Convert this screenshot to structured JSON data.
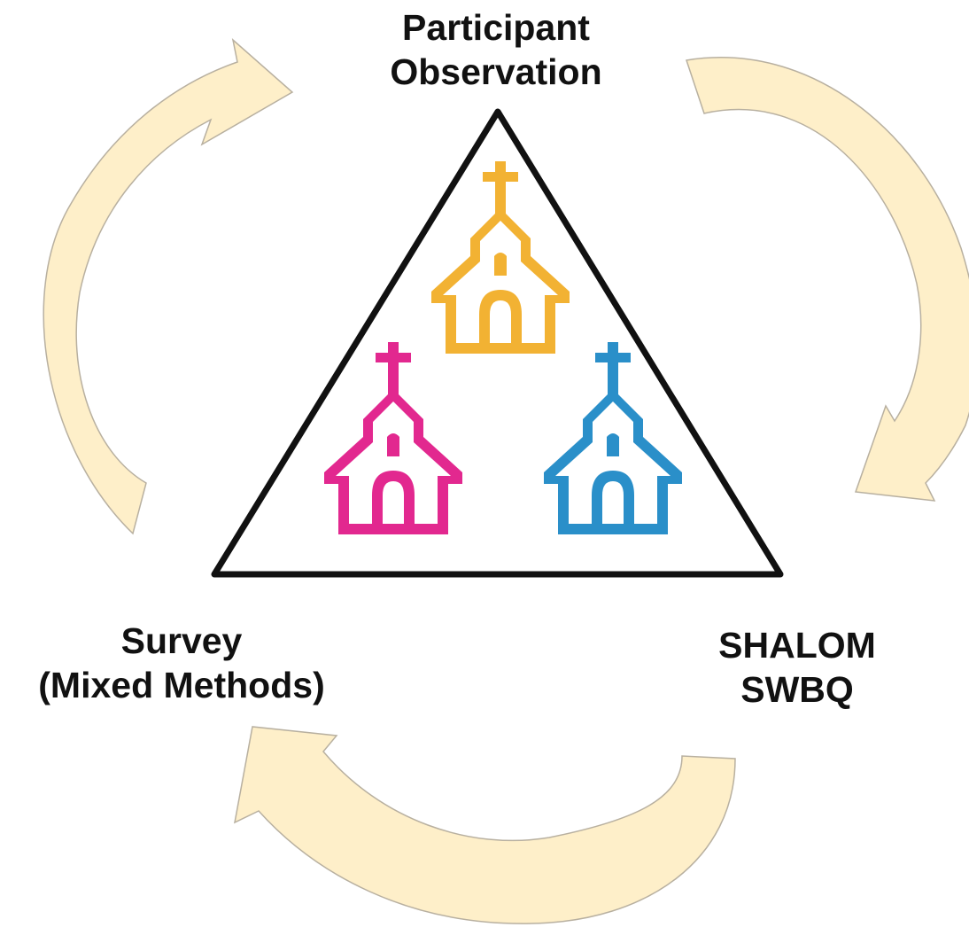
{
  "labels": {
    "top": {
      "line1": "Participant",
      "line2": "Observation"
    },
    "left": {
      "line1": "Survey",
      "line2": "(Mixed Methods)"
    },
    "right": {
      "line1": "SHALOM",
      "line2": "SWBQ"
    }
  },
  "colors": {
    "arrow_fill": "#FEEFC9",
    "arrow_stroke": "#B8B0A0",
    "triangle_stroke": "#111111",
    "church_top": "#F2B233",
    "church_left": "#E2288F",
    "church_right": "#2A8FC9"
  },
  "icons": [
    "church-icon",
    "church-icon",
    "church-icon"
  ]
}
